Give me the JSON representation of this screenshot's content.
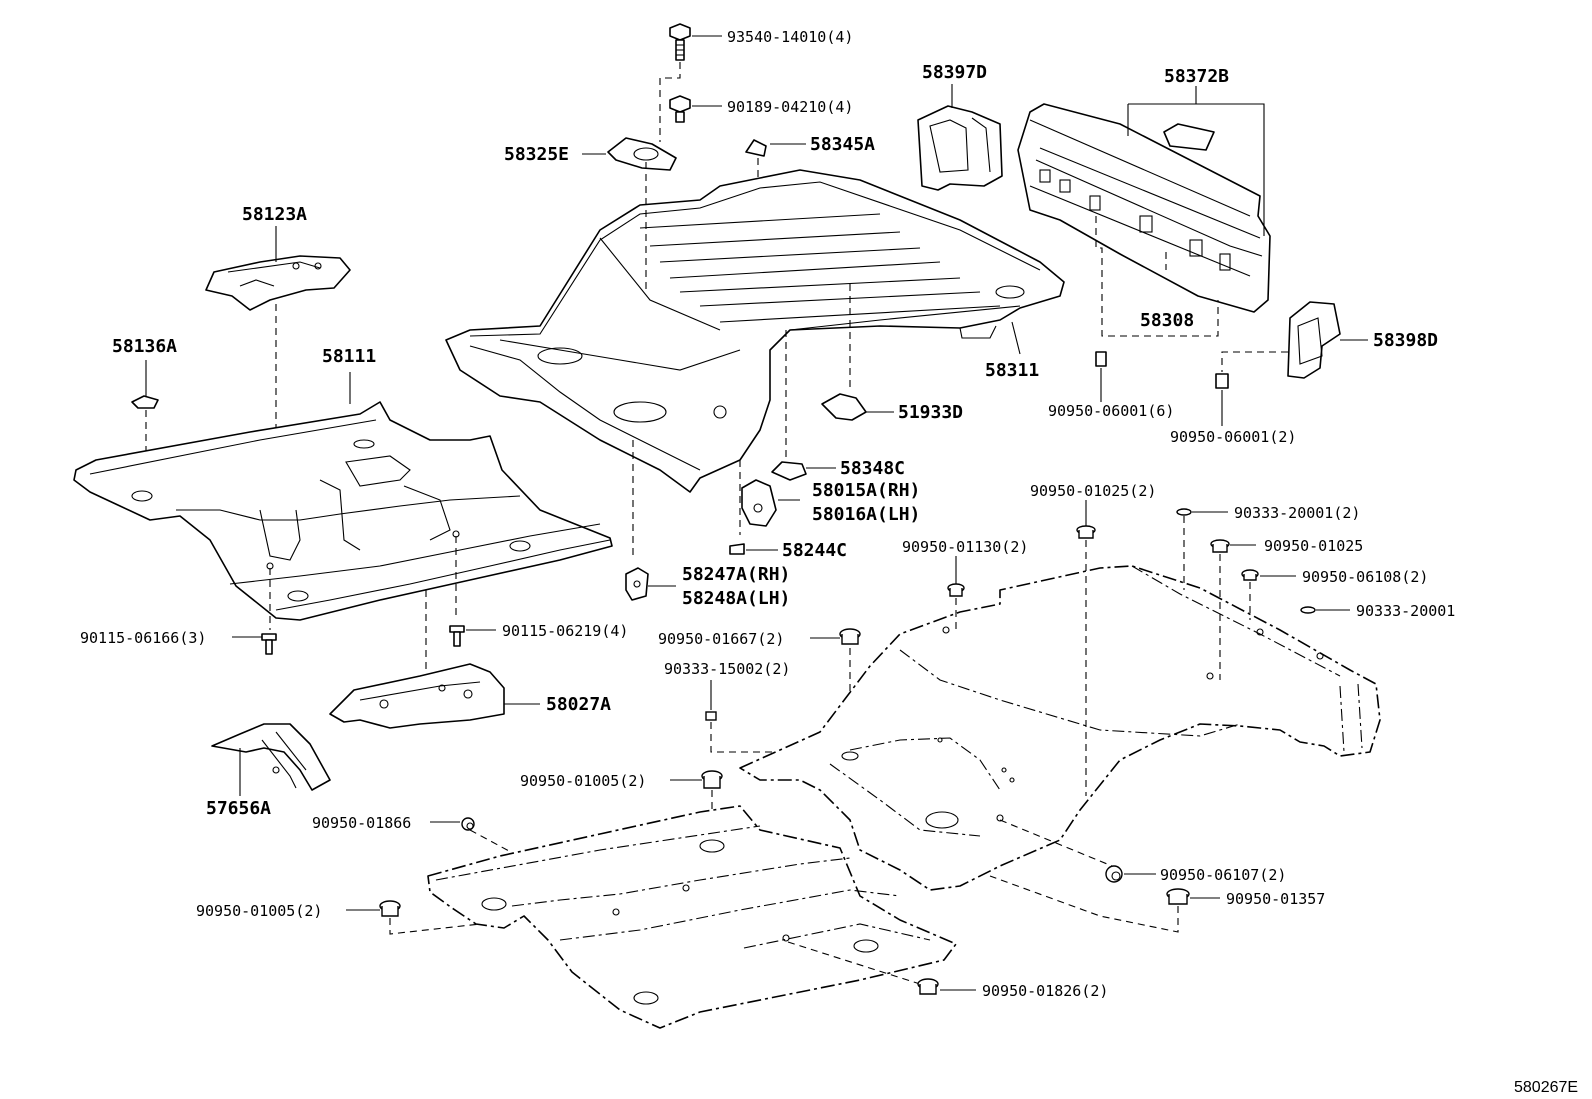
{
  "figure_code": "580267E",
  "parts": {
    "p93540_14010": "93540-14010(4)",
    "p90189_04210": "90189-04210(4)",
    "p58325E": "58325E",
    "p58345A": "58345A",
    "p58397D": "58397D",
    "p58372B": "58372B",
    "p58123A": "58123A",
    "p58136A": "58136A",
    "p58111": "58111",
    "p58308": "58308",
    "p58311": "58311",
    "p58398D": "58398D",
    "p51933D": "51933D",
    "p90950_06001_6": "90950-06001(6)",
    "p90950_06001_2": "90950-06001(2)",
    "p58348C": "58348C",
    "p58015A": "58015A(RH)",
    "p58016A": "58016A(LH)",
    "p58244C": "58244C",
    "p90950_01025_2": "90950-01025(2)",
    "p90333_20001_2": "90333-20001(2)",
    "p90950_01130": "90950-01130(2)",
    "p90950_01025": "90950-01025",
    "p58247A": "58247A(RH)",
    "p58248A": "58248A(LH)",
    "p90950_06108": "90950-06108(2)",
    "p90333_20001": "90333-20001",
    "p90115_06166": "90115-06166(3)",
    "p90115_06219": "90115-06219(4)",
    "p90950_01667": "90950-01667(2)",
    "p90333_15002": "90333-15002(2)",
    "p58027A": "58027A",
    "p57656A": "57656A",
    "p90950_01005_a": "90950-01005(2)",
    "p90950_01866": "90950-01866",
    "p90950_06107": "90950-06107(2)",
    "p90950_01357": "90950-01357",
    "p90950_01005_b": "90950-01005(2)",
    "p90950_01826": "90950-01826(2)"
  }
}
